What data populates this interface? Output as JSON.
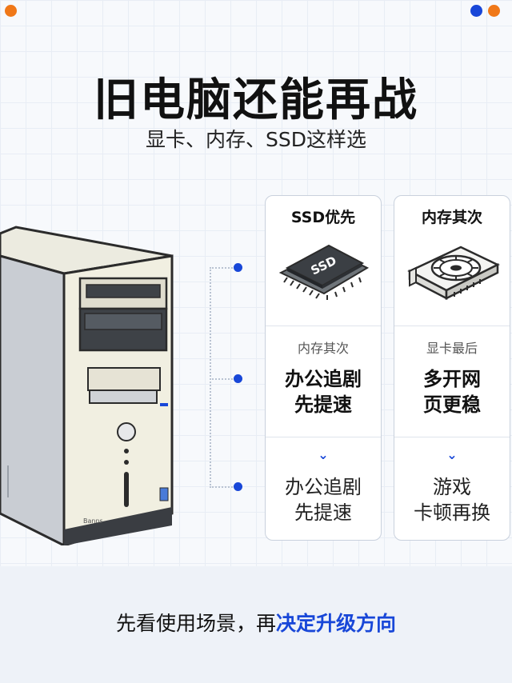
{
  "header": {
    "title": "旧电脑还能再战",
    "subtitle": "显卡、内存、SSD这样选"
  },
  "colors": {
    "accent": "#1847d8",
    "orange": "#f07818"
  },
  "cards": [
    {
      "title": "SSD优先",
      "icon": "ssd-chip-icon",
      "chip_label": "SSD",
      "label": "内存其次",
      "strong_line1": "办公追剧",
      "strong_line2": "先提速",
      "line1": "办公追剧",
      "line2": "先提速"
    },
    {
      "title": "内存其次",
      "icon": "graphics-card-icon",
      "label": "显卡最后",
      "strong_line1": "多开网",
      "strong_line2": "页更稳",
      "line1": "游戏",
      "line2": "卡顿再换"
    }
  ],
  "pc": {
    "badge_text": "Banns"
  },
  "footer": {
    "text_plain": "先看使用场景，再",
    "text_highlight": "决定升级方向"
  }
}
